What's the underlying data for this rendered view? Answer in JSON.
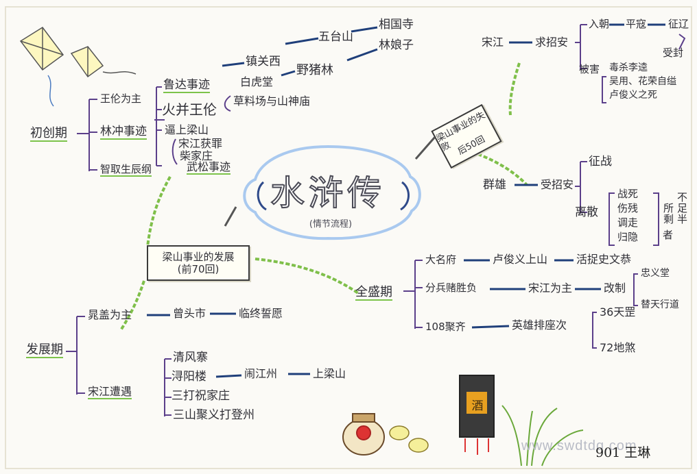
{
  "title": "水浒传",
  "subtitle": "(情节流程)",
  "stage_boxes": {
    "development": [
      "梁山事业的发展",
      "(前70回)"
    ],
    "decline": [
      "梁山事业的失败",
      "后50回"
    ]
  },
  "initial": {
    "label": "初创期",
    "branches": [
      "王伦为主",
      "林冲事迹",
      "智取生辰纲"
    ],
    "lin_chong": {
      "items": [
        "鲁达事迹",
        "火并王伦",
        "逼上梁山",
        "宋江获罪",
        "柴家庄",
        "武松事迹"
      ],
      "lu_da_chain": [
        "镇关西",
        "五台山",
        "相国寺"
      ],
      "baihu_chain": [
        "白虎堂",
        "野猪林",
        "林娘子"
      ],
      "caoliao": "草料场与山神庙"
    }
  },
  "development": {
    "label": "发展期",
    "chao_gai": {
      "label": "晁盖为主",
      "chain": [
        "曾头市",
        "临终誓愿"
      ]
    },
    "song_jiang": {
      "label": "宋江遭遇",
      "items": [
        "清风寨",
        "浔阳楼",
        "三打祝家庄",
        "三山聚义打登州"
      ],
      "xunyang_chain": [
        "闹江州",
        "上梁山"
      ]
    }
  },
  "peak": {
    "label": "全盛期",
    "rows": [
      {
        "label": "大名府",
        "chain": [
          "卢俊义上山",
          "活捉史文恭"
        ]
      },
      {
        "label": "分兵赌胜负",
        "chain": [
          "宋江为主",
          "改制"
        ],
        "ends": [
          "忠义堂",
          "替天行道"
        ]
      },
      {
        "label": "108聚齐",
        "chain": [
          "英雄排座次"
        ],
        "ends": [
          "36天罡",
          "72地煞"
        ]
      }
    ]
  },
  "decline": {
    "song_jiang": {
      "label": "宋江",
      "chain": [
        "求招安"
      ],
      "ru_chao": {
        "label": "入朝",
        "chain": [
          "平寇",
          "征辽"
        ],
        "end": "受封"
      },
      "bei_hai": {
        "label": "被害",
        "items": [
          "毒杀李逵",
          "吴用、花荣自缢",
          "卢俊义之死"
        ]
      }
    },
    "heroes": {
      "label": "群雄",
      "chain": [
        "受招安"
      ],
      "zhengzhan": "征战",
      "lisan": {
        "label": "离散",
        "items": [
          "战死",
          "伤残",
          "调走",
          "归隐"
        ],
        "result": [
          "所剩",
          "不足半"
        ],
        "zhe": "者"
      }
    }
  },
  "decor": {
    "wine": "酒"
  },
  "watermark": "www.swdtdq.com",
  "signature": "901 王琳",
  "colors": {
    "line": "#3a3a7a",
    "connector": "#1f3f7a",
    "bracket": "#5b3f8a",
    "vine": "#7fbf4a",
    "underline": "#7cc34a",
    "title_glow": "#9ec3ee"
  }
}
